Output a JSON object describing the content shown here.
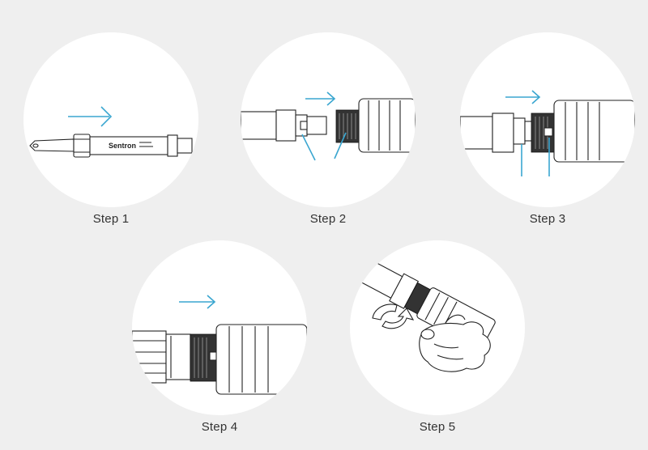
{
  "steps": [
    {
      "label": "Step 1",
      "brand": "Sentron"
    },
    {
      "label": "Step 2"
    },
    {
      "label": "Step 3"
    },
    {
      "label": "Step 4"
    },
    {
      "label": "Step 5"
    }
  ],
  "colors": {
    "background": "#efefef",
    "circle": "#ffffff",
    "arrow": "#3aa6d0",
    "line": "#222222"
  }
}
